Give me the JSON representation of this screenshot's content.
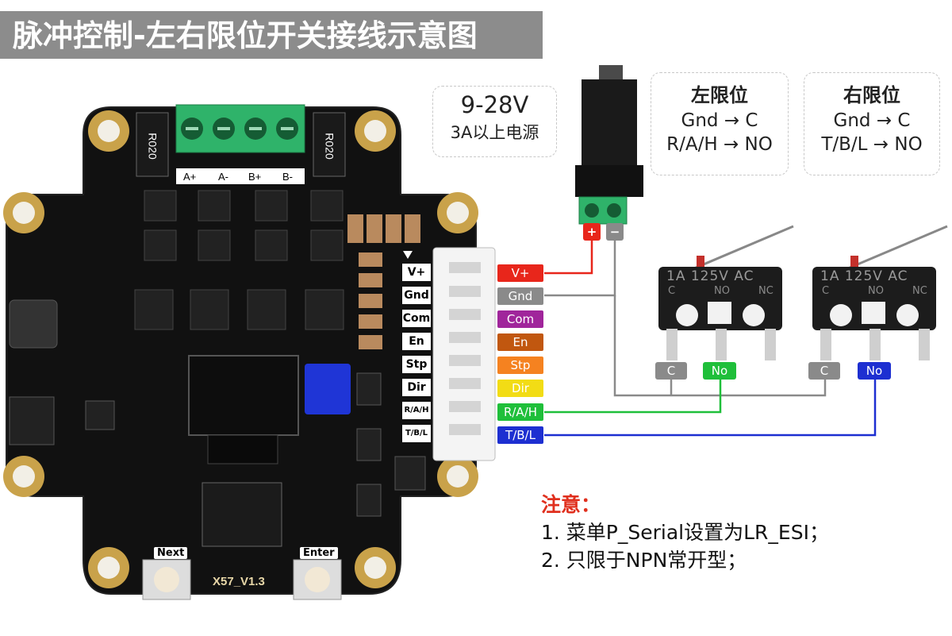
{
  "title": "脉冲控制-左右限位开关接线示意图",
  "power": {
    "voltage": "9-28V",
    "supply": "3A以上电源",
    "plus": "+",
    "minus": "−"
  },
  "left_limit": {
    "title": "左限位",
    "line1": "Gnd → C",
    "line2": "R/A/H → NO"
  },
  "right_limit": {
    "title": "右限位",
    "line1": "Gnd → C",
    "line2": "T/B/L → NO"
  },
  "board": {
    "motor_terminals": [
      "A+",
      "A-",
      "B+",
      "B-"
    ],
    "connector_pins": [
      "V+",
      "Gnd",
      "Com",
      "En",
      "Stp",
      "Dir",
      "R/A/H",
      "T/B/L"
    ],
    "model": "X57_V1.3",
    "btn_next": "Next",
    "btn_enter": "Enter",
    "resistor_left": "R020",
    "resistor_right": "R020"
  },
  "signals": [
    {
      "label": "V+",
      "color": "#e8261b"
    },
    {
      "label": "Gnd",
      "color": "#8a8a8a"
    },
    {
      "label": "Com",
      "color": "#a0259b"
    },
    {
      "label": "En",
      "color": "#c1570f"
    },
    {
      "label": "Stp",
      "color": "#f58220"
    },
    {
      "label": "Dir",
      "color": "#f2dc15"
    },
    {
      "label": "R/A/H",
      "color": "#1fbf3a"
    },
    {
      "label": "T/B/L",
      "color": "#1d2fd1"
    }
  ],
  "switch_tags": {
    "left_c": "C",
    "left_no": "No",
    "right_c": "C",
    "right_no": "No"
  },
  "switch_print": "1A 125V AC",
  "switch_contacts": [
    "C",
    "NO",
    "NC"
  ],
  "notes": {
    "heading": "注意：",
    "item1": "1. 菜单P_Serial设置为LR_ESI；",
    "item2": "2. 只限于NPN常开型；"
  },
  "colors": {
    "accent_red": "#e0301e",
    "title_bg": "#8c8c8c",
    "wire_gray": "#8a8a8a",
    "wire_green": "#1fbf3a",
    "wire_blue": "#1d2fd1",
    "wire_red": "#e8261b"
  }
}
